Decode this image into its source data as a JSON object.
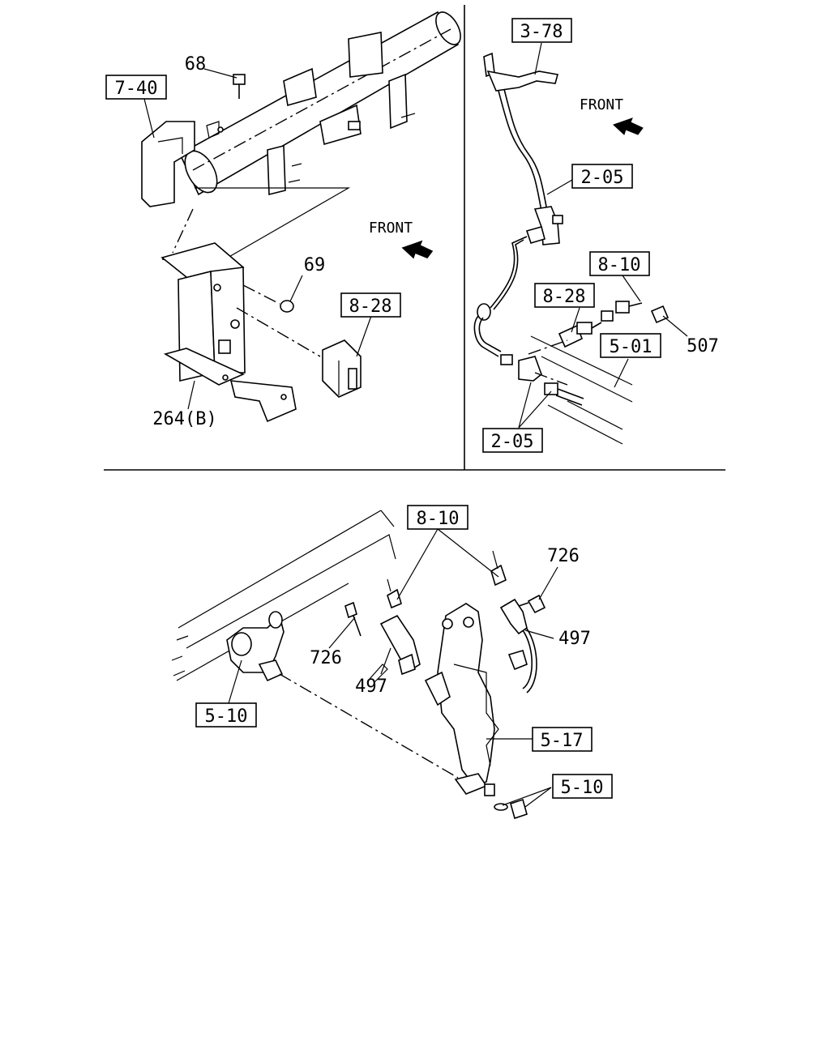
{
  "labels": {
    "ref_7_40": "7-40",
    "part_68": "68",
    "part_69": "69",
    "ref_8_28_top": "8-28",
    "part_264b": "264(B)",
    "front_left": "FRONT",
    "ref_3_78": "3-78",
    "front_right": "FRONT",
    "ref_2_05_top": "2-05",
    "ref_8_10_top": "8-10",
    "ref_8_28_right": "8-28",
    "part_507": "507",
    "ref_5_01": "5-01",
    "ref_2_05_bottom": "2-05",
    "ref_8_10_bottom": "8-10",
    "part_726_right": "726",
    "part_726_left": "726",
    "part_497_right": "497",
    "part_497_left": "497",
    "ref_5_10_left": "5-10",
    "ref_5_17": "5-17",
    "ref_5_10_right": "5-10"
  }
}
